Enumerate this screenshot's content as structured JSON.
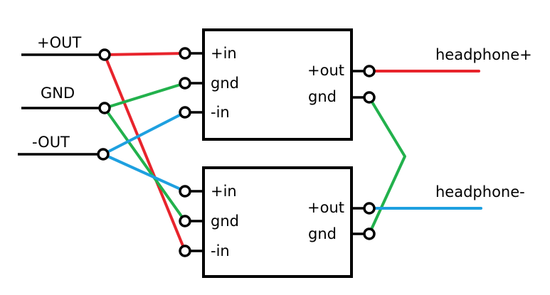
{
  "inputs": {
    "pos_out": "+OUT",
    "gnd": "GND",
    "neg_out": "-OUT"
  },
  "amp_top": {
    "pos_in": "+in",
    "gnd_in": "gnd",
    "neg_in": "-in",
    "pos_out": "+out",
    "gnd_out": "gnd"
  },
  "amp_bottom": {
    "pos_in": "+in",
    "gnd_in": "gnd",
    "neg_in": "-in",
    "pos_out": "+out",
    "gnd_out": "gnd"
  },
  "outputs": {
    "headphone_pos": "headphone+",
    "headphone_neg": "headphone-"
  },
  "colors": {
    "red": "#e8242c",
    "green": "#22b14c",
    "blue": "#1ea0e0",
    "black": "#000000"
  }
}
